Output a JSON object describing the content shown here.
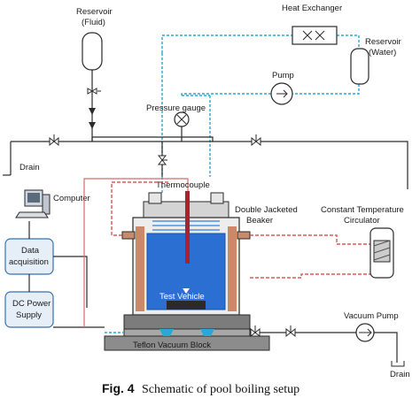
{
  "labels": {
    "reservoir_fluid_1": "Reservoir",
    "reservoir_fluid_2": "(Fluid)",
    "heat_exchanger": "Heat Exchanger",
    "reservoir_water_1": "Reservoir",
    "reservoir_water_2": "(Water)",
    "pump": "Pump",
    "pressure_gauge": "Pressure gauge",
    "drain_left": "Drain",
    "thermocouple": "Thermocouple",
    "computer": "Computer",
    "double_jacketed_1": "Double Jacketed",
    "double_jacketed_2": "Beaker",
    "const_temp_1": "Constant Temperature",
    "const_temp_2": "Circulator",
    "data_acq_1": "Data",
    "data_acq_2": "acquisition",
    "dc_power_1": "DC Power",
    "dc_power_2": "Supply",
    "test_vehicle": "Test Vehicle",
    "vacuum_pump": "Vacuum Pump",
    "teflon_block": "Teflon Vacuum Block",
    "drain_right": "Drain"
  },
  "caption": {
    "prefix": "Fig. 4",
    "text": "Schematic of pool boiling setup"
  },
  "colors": {
    "line": "#2a2a2a",
    "cyan_dash": "#29a8d8",
    "red_dash": "#d23a3a",
    "fluid_blue": "#2b6fd3",
    "box_fill": "#e6eef8",
    "box_stroke": "#3a6fb0",
    "block_gray": "#8c8c8c"
  }
}
